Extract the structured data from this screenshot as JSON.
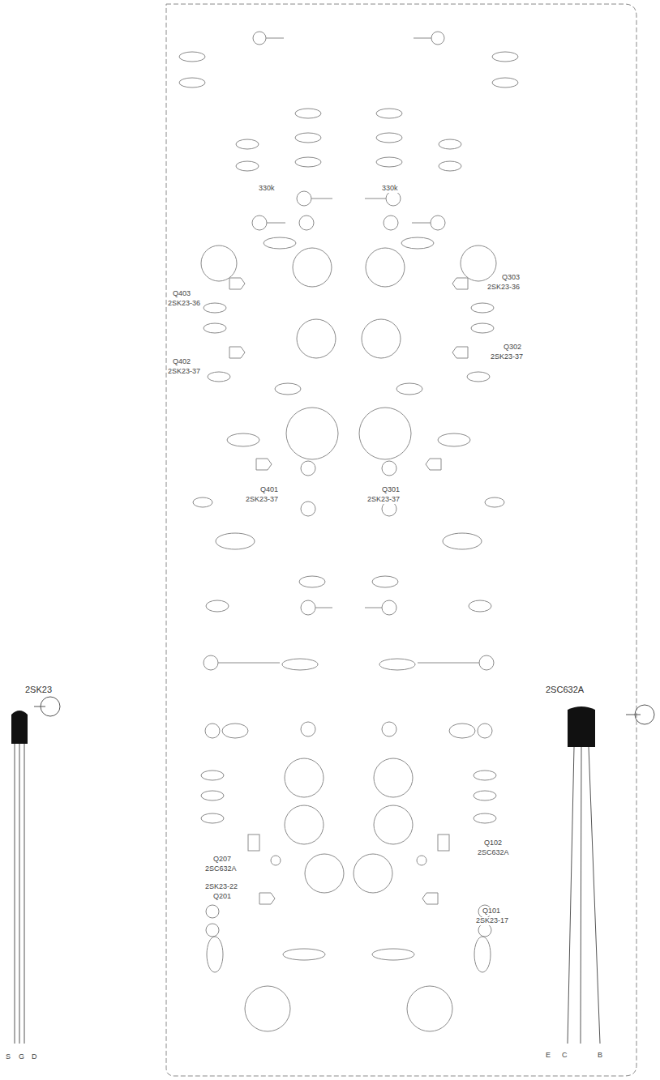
{
  "diagram": {
    "labels": [
      "Q403",
      "2SK23-36",
      "Q402",
      "2SK23-37",
      "Q303",
      "2SK23-36",
      "Q302",
      "2SK23-37",
      "Q401",
      "2SK23-37",
      "Q301",
      "2SK23-37",
      "Q207",
      "2SC632A",
      "Q102",
      "2SC632A",
      "Q201",
      "2SK23-22",
      "Q101",
      "2SK23-17",
      "2SK23",
      "2SC632A",
      "S",
      "G",
      "D",
      "E",
      "C",
      "B",
      "330k",
      "330k"
    ]
  }
}
